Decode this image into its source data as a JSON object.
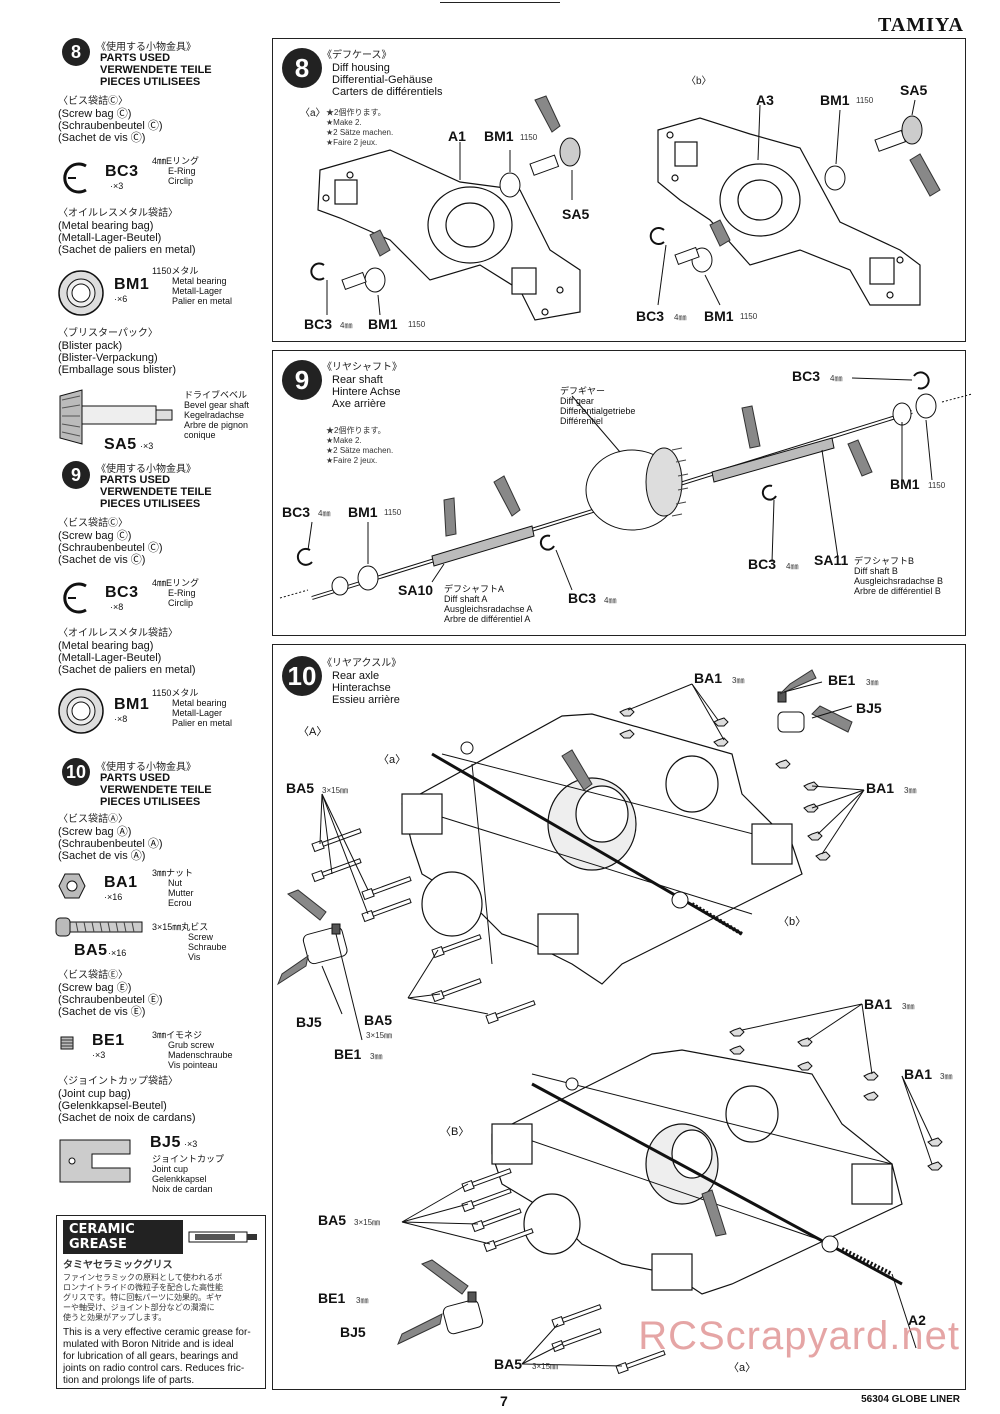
{
  "brand": "TAMIYA",
  "page_number": "7",
  "footer_text": "56304 GLOBE LINER",
  "watermark": "RCScrapyard.net",
  "sidebar": {
    "step8": {
      "num": "8",
      "jp": "《使用する小物金具》",
      "title1": "PARTS USED",
      "title2": "VERWENDETE TEILE",
      "title3": "PIECES UTILISEES",
      "bag_c_jp": "〈ビス袋詰Ⓒ〉",
      "bag_c_en": "(Screw bag Ⓒ)",
      "bag_c_de": "(Schraubenbeutel Ⓒ)",
      "bag_c_fr": "(Sachet de vis Ⓒ)",
      "bc3_code": "BC3",
      "bc3_qty": "·×3",
      "bc3_jp": "4㎜Eリング",
      "bc3_en": "E-Ring",
      "bc3_fr": "Circlip",
      "metal_jp": "〈オイルレスメタル袋詰〉",
      "metal_en": "(Metal bearing bag)",
      "metal_de": "(Metall-Lager-Beutel)",
      "metal_fr": "(Sachet de paliers en metal)",
      "bm1_code": "BM1",
      "bm1_qty": "·×6",
      "bm1_jp": "1150メタル",
      "bm1_en": "Metal bearing",
      "bm1_de": "Metall-Lager",
      "bm1_fr": "Palier en metal",
      "blister_jp": "〈ブリスターパック〉",
      "blister_en": "(Blister pack)",
      "blister_de": "(Blister-Verpackung)",
      "blister_fr": "(Emballage sous blister)",
      "sa5_jp": "ドライブベベル",
      "sa5_en": "Bevel gear shaft",
      "sa5_de": "Kegelradachse",
      "sa5_fr1": "Arbre de pignon",
      "sa5_fr2": "conique",
      "sa5_code": "SA5",
      "sa5_qty": "·×3"
    },
    "step9": {
      "num": "9",
      "jp": "《使用する小物金具》",
      "title1": "PARTS USED",
      "title2": "VERWENDETE TEILE",
      "title3": "PIECES UTILISEES",
      "bag_c_jp": "〈ビス袋詰Ⓒ〉",
      "bag_c_en": "(Screw bag Ⓒ)",
      "bag_c_de": "(Schraubenbeutel Ⓒ)",
      "bag_c_fr": "(Sachet de vis Ⓒ)",
      "bc3_code": "BC3",
      "bc3_qty": "·×8",
      "bc3_jp": "4㎜Eリング",
      "bc3_en": "E-Ring",
      "bc3_fr": "Circlip",
      "metal_jp": "〈オイルレスメタル袋詰〉",
      "metal_en": "(Metal bearing bag)",
      "metal_de": "(Metall-Lager-Beutel)",
      "metal_fr": "(Sachet de paliers en metal)",
      "bm1_code": "BM1",
      "bm1_qty": "·×8",
      "bm1_jp": "1150メタル",
      "bm1_en": "Metal bearing",
      "bm1_de": "Metall-Lager",
      "bm1_fr": "Palier en metal"
    },
    "step10": {
      "num": "10",
      "jp": "《使用する小物金具》",
      "title1": "PARTS USED",
      "title2": "VERWENDETE TEILE",
      "title3": "PIECES UTILISEES",
      "bag_a_jp": "〈ビス袋詰Ⓐ〉",
      "bag_a_en": "(Screw bag Ⓐ)",
      "bag_a_de": "(Schraubenbeutel Ⓐ)",
      "bag_a_fr": "(Sachet de vis Ⓐ)",
      "ba1_code": "BA1",
      "ba1_qty": "·×16",
      "ba1_jp": "3㎜ナット",
      "ba1_en": "Nut",
      "ba1_de": "Mutter",
      "ba1_fr": "Ecrou",
      "ba5_jp": "3×15㎜丸ビス",
      "ba5_en": "Screw",
      "ba5_de": "Schraube",
      "ba5_fr": "Vis",
      "ba5_code": "BA5",
      "ba5_qty": "·×16",
      "bag_e_jp": "〈ビス袋詰Ⓔ〉",
      "bag_e_en": "(Screw bag Ⓔ)",
      "bag_e_de": "(Schraubenbeutel Ⓔ)",
      "bag_e_fr": "(Sachet de vis Ⓔ)",
      "be1_code": "BE1",
      "be1_qty": "·×3",
      "be1_jp": "3㎜イモネジ",
      "be1_en": "Grub screw",
      "be1_de": "Madenschraube",
      "be1_fr": "Vis pointeau",
      "joint_jp": "〈ジョイントカップ袋詰〉",
      "joint_en": "(Joint cup bag)",
      "joint_de": "(Gelenkkapsel-Beutel)",
      "joint_fr": "(Sachet de noix de cardans)",
      "bj5_code": "BJ5",
      "bj5_qty": "·×3",
      "bj5_jp": "ジョイントカップ",
      "bj5_en": "Joint cup",
      "bj5_de": "Gelenkkapsel",
      "bj5_fr": "Noix de cardan"
    },
    "grease": {
      "title": "CERAMIC GREASE",
      "jp_title": "タミヤセラミックグリス",
      "jp_body1": "ファインセラミックの原料として使われるボ",
      "jp_body2": "ロンナイトライドの微粒子を配合した高性能",
      "jp_body3": "グリスです。特に回転パーツに効果的。ギヤ",
      "jp_body4": "ーや軸受け、ジョイント部分などの潤滑に",
      "jp_body5": "使うと効果がアップします。",
      "en1": "This is a very effective ceramic grease for-",
      "en2": "mulated with Boron Nitride and is ideal",
      "en3": "for lubrication of all gears, bearings and",
      "en4": "joints on radio control cars. Reduces fric-",
      "en5": "tion and prolongs life of parts."
    }
  },
  "panel8": {
    "num": "8",
    "jp": "《デフケース》",
    "en": "Diff housing",
    "de": "Differential-Gehäuse",
    "fr": "Carters de différentiels",
    "variant_a": "〈a〉",
    "variant_b": "〈b〉",
    "make2_jp": "★2個作ります。",
    "make2_en": "★Make 2.",
    "make2_de": "★2 Sätze machen.",
    "make2_fr": "★Faire 2 jeux.",
    "A1": "A1",
    "A3": "A3",
    "BM1": "BM1",
    "bm1_note": "1150",
    "SA5": "SA5",
    "BC3": "BC3",
    "bc3_note": "4㎜"
  },
  "panel9": {
    "num": "9",
    "jp": "《リヤシャフト》",
    "en": "Rear shaft",
    "de": "Hintere Achse",
    "fr": "Axe arrière",
    "make2_jp": "★2個作ります。",
    "make2_en": "★Make 2.",
    "make2_de": "★2 Sätze machen.",
    "make2_fr": "★Faire 2 jeux.",
    "diffgear_jp": "デフギヤー",
    "diffgear_en": "Diff gear",
    "diffgear_de": "Differentialgetriebe",
    "diffgear_fr": "Différentiel",
    "BC3": "BC3",
    "bc3_note": "4㎜",
    "BM1": "BM1",
    "bm1_note": "1150",
    "SA10": "SA10",
    "sa10_jp": "デフシャフトA",
    "sa10_en": "Diff shaft A",
    "sa10_de": "Ausgleichsradachse A",
    "sa10_fr": "Arbre de différentiel A",
    "SA11": "SA11",
    "sa11_jp": "デフシャフトB",
    "sa11_en": "Diff shaft B",
    "sa11_de": "Ausgleichsradachse B",
    "sa11_fr": "Arbre de différentiel B"
  },
  "panel10": {
    "num": "10",
    "jp": "《リヤアクスル》",
    "en": "Rear axle",
    "de": "Hinterachse",
    "fr": "Essieu arrière",
    "A": "〈A〉",
    "B": "〈B〉",
    "a": "〈a〉",
    "b": "〈b〉",
    "BA1": "BA1",
    "ba1_note": "3㎜",
    "BE1": "BE1",
    "be1_note": "3㎜",
    "BJ5": "BJ5",
    "BA5": "BA5",
    "ba5_note": "3×15㎜",
    "A2": "A2"
  }
}
